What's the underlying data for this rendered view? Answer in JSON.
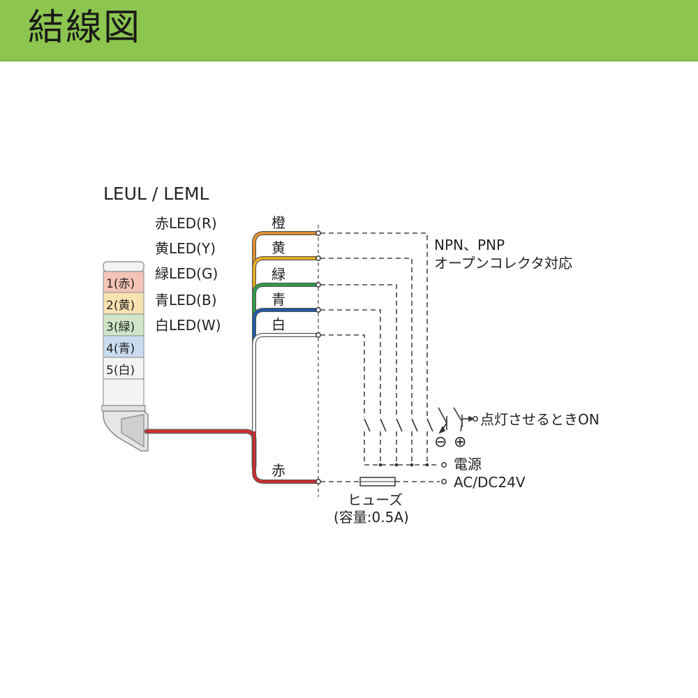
{
  "header": {
    "title": "結線図"
  },
  "model": "LEUL /  LEML",
  "led_legend": [
    "赤LED(R)",
    "黄LED(Y)",
    "緑LED(G)",
    "青LED(B)",
    "白LED(W)"
  ],
  "tower_tiers": [
    {
      "label": "1(赤)",
      "color": "#f4c4b6"
    },
    {
      "label": "2(黄)",
      "color": "#f9e2b2"
    },
    {
      "label": "3(緑)",
      "color": "#cfe7c8"
    },
    {
      "label": "4(青)",
      "color": "#c9dcef"
    },
    {
      "label": "5(白)",
      "color": "#f4f4f4"
    }
  ],
  "wires": [
    {
      "label": "橙",
      "color": "#e8922f"
    },
    {
      "label": "黄",
      "color": "#f2b21b"
    },
    {
      "label": "緑",
      "color": "#2ea148"
    },
    {
      "label": "青",
      "color": "#1a5aa8"
    },
    {
      "label": "白",
      "color": "#ffffff"
    }
  ],
  "common_wire": {
    "label": "赤",
    "color": "#d42a2a"
  },
  "npn_pnp": {
    "line1": "NPN、PNP",
    "line2": "オープンコレクタ対応"
  },
  "switch_note": "点灯させるときON",
  "minus_symbol": "⊖",
  "plus_symbol": "⊕",
  "power": {
    "line1": "電源",
    "line2": "AC/DC24V"
  },
  "fuse": {
    "line1": "ヒューズ",
    "line2": "(容量:0.5A)"
  }
}
